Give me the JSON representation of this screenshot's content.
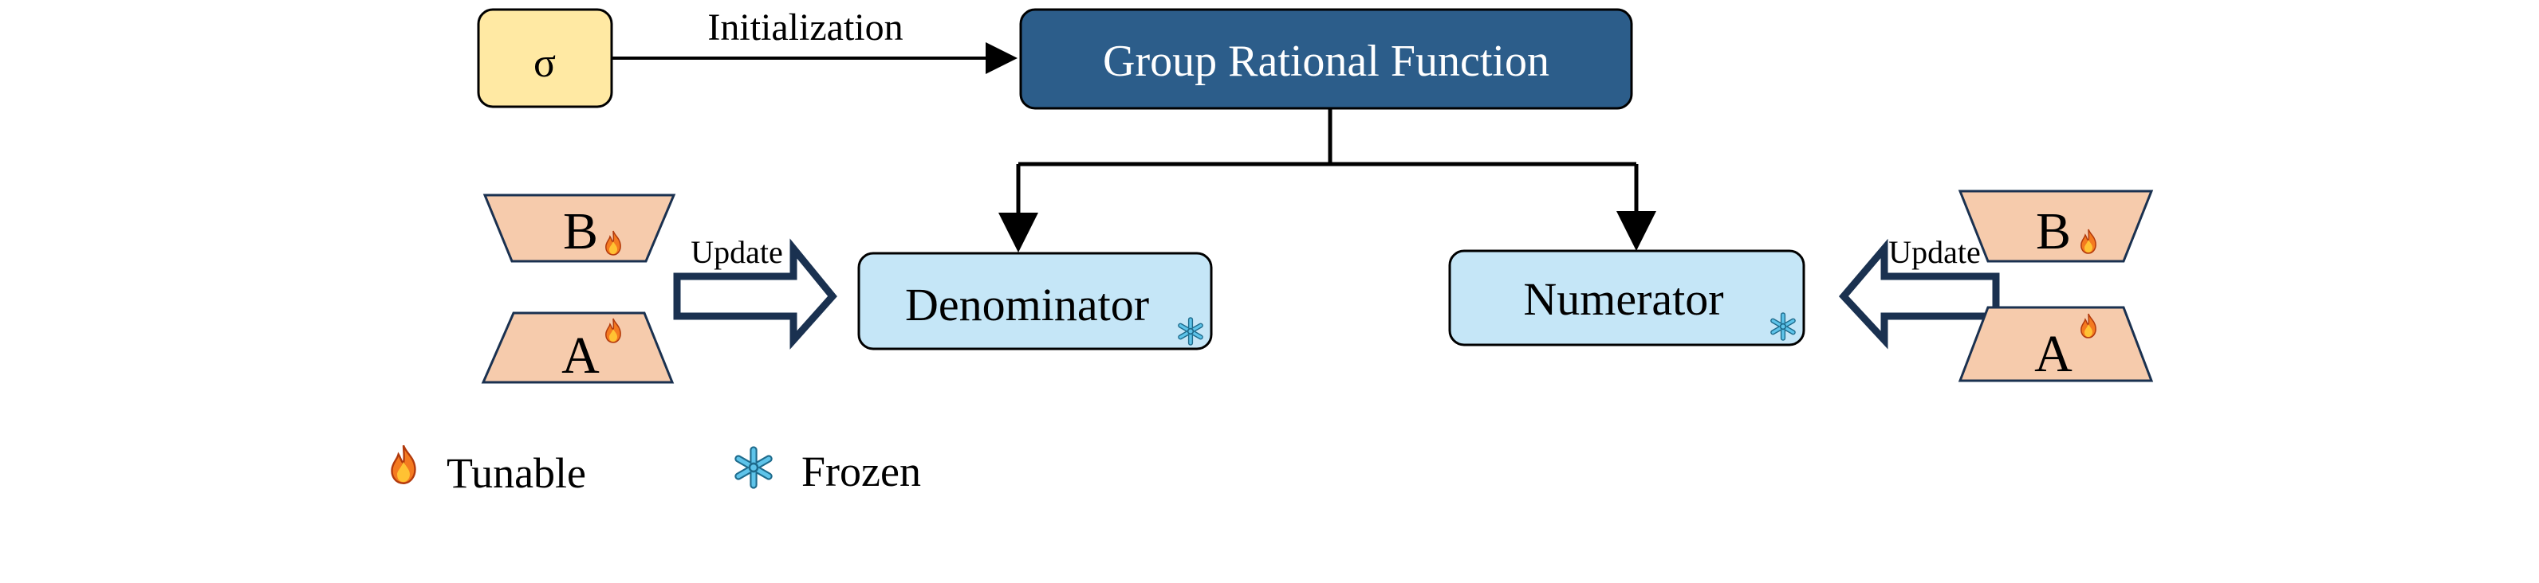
{
  "diagram": {
    "sigma_label": "σ",
    "initialization_label": "Initialization",
    "group_rational_function_label": "Group Rational Function",
    "denominator_label": "Denominator",
    "numerator_label": "Numerator",
    "left_update_label": "Update",
    "right_update_label": "Update",
    "left_b_label": "B",
    "left_a_label": "A",
    "right_b_label": "B",
    "right_a_label": "A"
  },
  "legend": {
    "tunable_label": "Tunable",
    "frozen_label": "Frozen"
  },
  "icons": {
    "tunable_icon": "fire-icon",
    "frozen_icon": "snowflake-icon"
  },
  "colors": {
    "sigma_fill": "#FFE9A3",
    "group_function_fill": "#2C5D8A",
    "module_fill": "#C5E6F7",
    "lora_fill": "#F6CBAC",
    "arrow_outline": "#1A3150",
    "frozen_icon": "#4FB3D9",
    "tunable_icon": "#F47A20"
  }
}
